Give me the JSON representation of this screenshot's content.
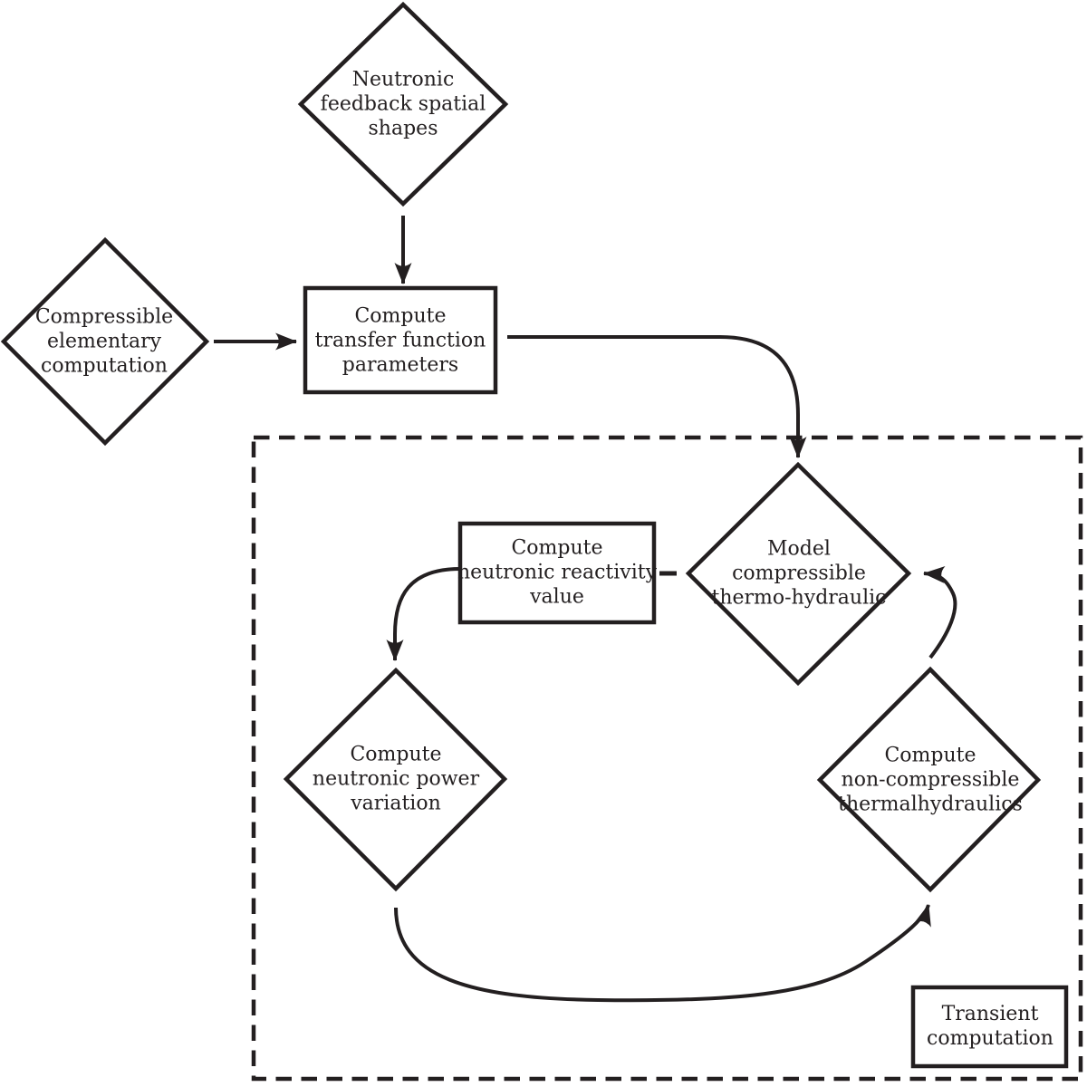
{
  "diagram": {
    "title": "Neutronic / thermal-hydraulic computation flowchart",
    "background_color": "#ffffff",
    "line_color": "#231f20",
    "text_color": "#231f20",
    "nodes": {
      "neutronic_feedback": {
        "shape": "diamond",
        "lines": [
          "Neutronic",
          "feedback spatial",
          "shapes"
        ]
      },
      "compressible_elementary": {
        "shape": "diamond",
        "lines": [
          "Compressible",
          "elementary",
          "computation"
        ]
      },
      "transfer_function": {
        "shape": "rect",
        "lines": [
          "Compute",
          "transfer function",
          "parameters"
        ]
      },
      "model_compressible": {
        "shape": "diamond",
        "lines": [
          "Model",
          "compressible",
          "thermo-hydraulic"
        ]
      },
      "neutronic_reactivity": {
        "shape": "rect",
        "lines": [
          "Compute",
          "neutronic reactivity",
          "value"
        ]
      },
      "neutronic_power": {
        "shape": "diamond",
        "lines": [
          "Compute",
          "neutronic power",
          "variation"
        ]
      },
      "non_compressible": {
        "shape": "diamond",
        "lines": [
          "Compute",
          "non-compressible",
          "thermalhydraulics"
        ]
      },
      "transient": {
        "shape": "rect",
        "lines": [
          "Transient",
          "computation"
        ]
      }
    },
    "edges": [
      {
        "from": "neutronic_feedback",
        "to": "transfer_function",
        "style": "arrow"
      },
      {
        "from": "compressible_elementary",
        "to": "transfer_function",
        "style": "arrow"
      },
      {
        "from": "transfer_function",
        "to": "model_compressible",
        "style": "arrow"
      },
      {
        "from": "model_compressible",
        "to": "neutronic_reactivity",
        "style": "dash"
      },
      {
        "from": "neutronic_reactivity",
        "to": "neutronic_power",
        "style": "arrow"
      },
      {
        "from": "neutronic_power",
        "to": "non_compressible",
        "style": "arrow"
      },
      {
        "from": "non_compressible",
        "to": "model_compressible",
        "style": "arrow"
      }
    ],
    "container": {
      "style": "dashed",
      "contains": [
        "model_compressible",
        "neutronic_reactivity",
        "neutronic_power",
        "non_compressible",
        "transient"
      ]
    }
  }
}
